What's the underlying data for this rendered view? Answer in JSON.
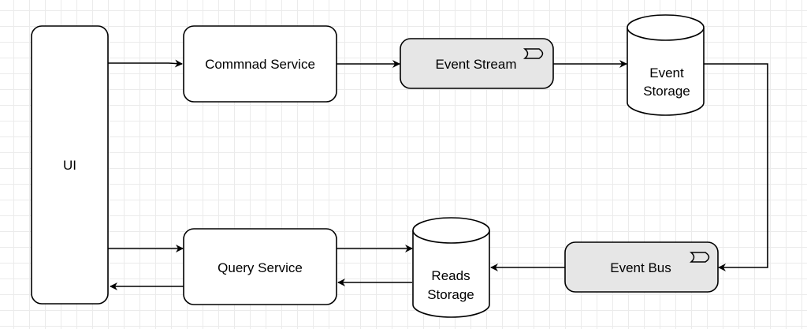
{
  "diagram": {
    "nodes": {
      "ui": {
        "label": "UI"
      },
      "command_service": {
        "label": "Commnad Service"
      },
      "event_stream": {
        "label": "Event Stream"
      },
      "event_storage": {
        "line1": "Event",
        "line2": "Storage"
      },
      "query_service": {
        "label": "Query Service"
      },
      "reads_storage": {
        "line1": "Reads",
        "line2": "Storage"
      },
      "event_bus": {
        "label": "Event Bus"
      }
    },
    "edges": [
      {
        "from": "UI",
        "to": "Commnad Service"
      },
      {
        "from": "Commnad Service",
        "to": "Event Stream"
      },
      {
        "from": "Event Stream",
        "to": "Event Storage"
      },
      {
        "from": "Event Storage",
        "to": "Event Bus"
      },
      {
        "from": "Event Bus",
        "to": "Reads Storage"
      },
      {
        "from": "Query Service",
        "to": "Reads Storage"
      },
      {
        "from": "Reads Storage",
        "to": "Query Service"
      },
      {
        "from": "UI",
        "to": "Query Service"
      },
      {
        "from": "Query Service",
        "to": "UI"
      }
    ],
    "colors": {
      "node_fill": "#ffffff",
      "queue_fill": "#e6e6e6",
      "stroke": "#000000"
    },
    "icons": {
      "queue": "queue-icon"
    }
  }
}
